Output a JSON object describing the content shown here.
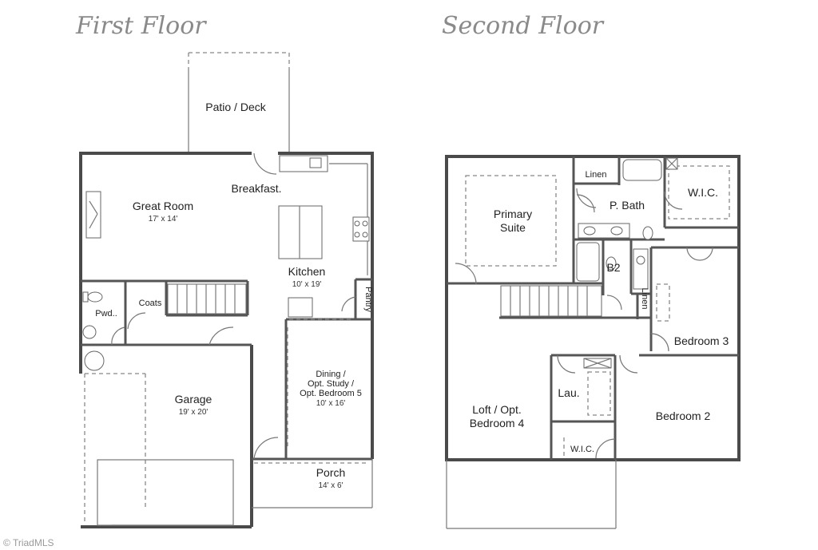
{
  "floors": {
    "first": {
      "title": "First Floor",
      "rooms": {
        "patio": "Patio / Deck",
        "breakfast": "Breakfast.",
        "great_room": "Great Room",
        "great_room_dim": "17' x 14'",
        "kitchen": "Kitchen",
        "kitchen_dim": "10' x 19'",
        "pantry": "Pantry",
        "coats": "Coats",
        "powder": "Pwd..",
        "garage": "Garage",
        "garage_dim": "19' x 20'",
        "dining_1": "Dining /",
        "dining_2": "Opt. Study /",
        "dining_3": "Opt. Bedroom 5",
        "dining_dim": "10' x 16'",
        "porch": "Porch",
        "porch_dim": "14' x 6'"
      }
    },
    "second": {
      "title": "Second Floor",
      "rooms": {
        "primary_1": "Primary",
        "primary_2": "Suite",
        "linen_top": "Linen",
        "pbath": "P. Bath",
        "wic_top": "W.I.C.",
        "b2": "B2",
        "linen_side": "Linen",
        "bedroom3": "Bedroom 3",
        "lau": "Lau.",
        "loft_1": "Loft / Opt.",
        "loft_2": "Bedroom 4",
        "bedroom2": "Bedroom 2",
        "wic_bottom": "W.I.C."
      }
    }
  },
  "watermark": "© TriadMLS"
}
